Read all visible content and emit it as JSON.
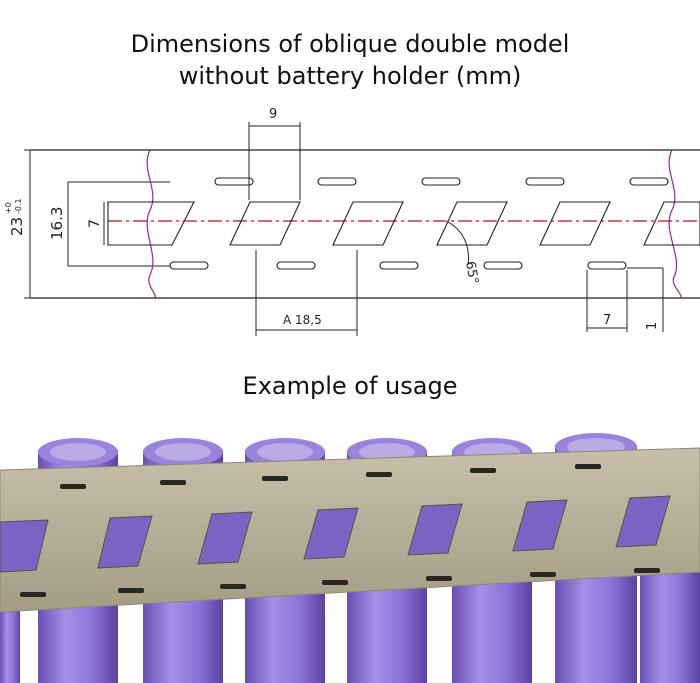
{
  "header": {
    "title_line1": "Dimensions of oblique double model",
    "title_line2": "without battery holder (mm)"
  },
  "drawing": {
    "dim_pitch": "9",
    "dim_total_height": "23",
    "dim_total_tol_plus": "+0",
    "dim_total_tol_minus": "-0.1",
    "dim_inner_height": "16.3",
    "dim_window_height": "7",
    "dim_angle": "65°",
    "dim_spacing": "A 18,5",
    "dim_slot_length": "7",
    "dim_slot_gap": "1"
  },
  "usage": {
    "caption": "Example of usage"
  },
  "colors": {
    "centerline": "#b01818",
    "break_line": "#a020a0",
    "battery_purple": "#9a7fd6",
    "strip_metal": "#b5ad98"
  }
}
